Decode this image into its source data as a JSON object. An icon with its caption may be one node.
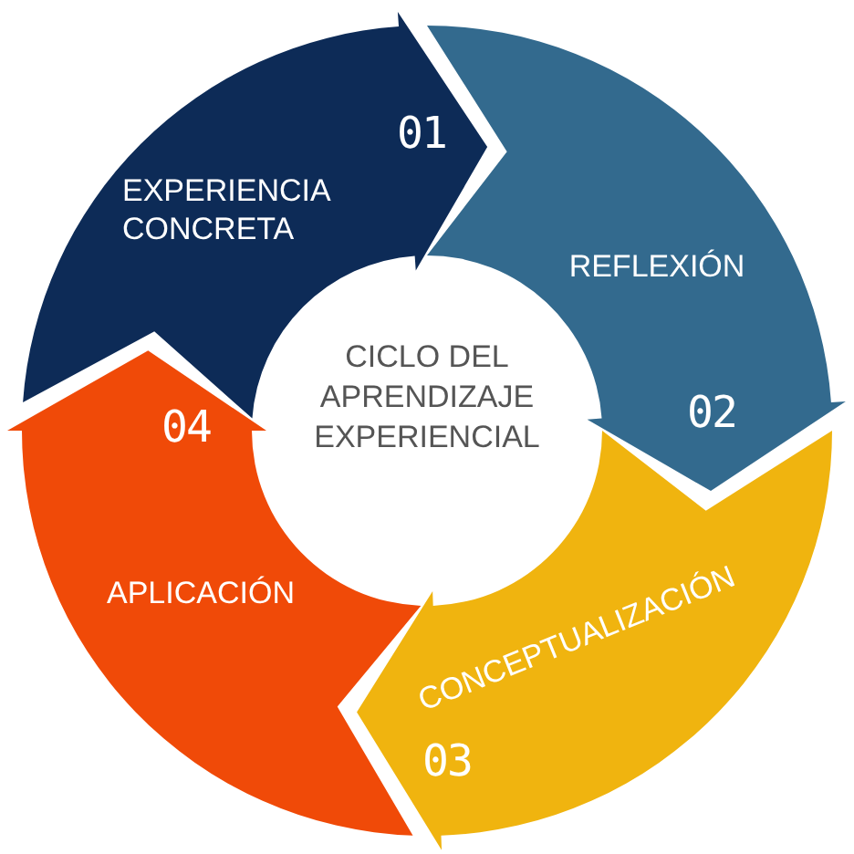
{
  "diagram": {
    "title": "CICLO DEL APRENDIZAJE EXPERIENCIAL",
    "nodes": [
      {
        "text": [
          "EXPERIENCIA CONCRETA",
          "01"
        ]
      },
      {
        "text": [
          "REFLEXIÓN",
          "02"
        ]
      },
      {
        "text": [
          "CONCEPTUALIZACIÓN",
          "03"
        ]
      },
      {
        "text": [
          "04",
          "APLICACIÓN"
        ]
      }
    ]
  }
}
